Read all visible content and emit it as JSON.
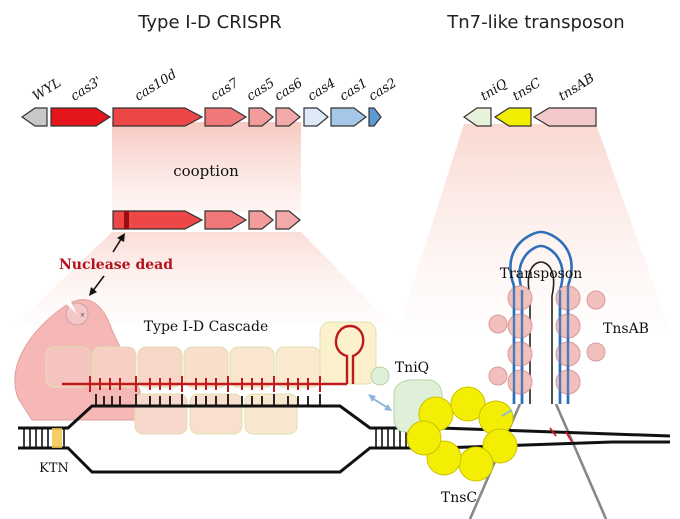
{
  "titles": {
    "crispr": "Type I-D CRISPR",
    "transposon": "Tn7-like transposon"
  },
  "crispr_genes": [
    "WYL",
    "cas3'",
    "cas10d",
    "cas7",
    "cas5",
    "cas6",
    "cas4",
    "cas1",
    "cas2"
  ],
  "transposon_genes": [
    "tniQ",
    "tnsC",
    "tnsAB"
  ],
  "labels": {
    "cooption": "cooption",
    "nuclease_dead": "Nuclease dead",
    "cascade": "Type I-D Cascade",
    "tniq": "TniQ",
    "tnsc": "TnsC",
    "tnsab": "TnsAB",
    "transposon": "Transposon",
    "ktn": "KTN"
  },
  "colors": {
    "wyl": "#c8c8c8",
    "cas3": "#e4161b",
    "cas10d": "#ee4747",
    "cas7": "#f17878",
    "cas5": "#f49c9c",
    "cas6": "#f4a9a9",
    "cas4": "#dde9f6",
    "cas1": "#a6c8e8",
    "cas2": "#5e9ad3",
    "tniq": "#e6f2dc",
    "tnsc": "#f2ee00",
    "tnsab": "#f4c9c9",
    "nuclease_dead": "#b3121b",
    "crrna": "#c01a1a",
    "transposon_dna": "#2e6fba"
  }
}
